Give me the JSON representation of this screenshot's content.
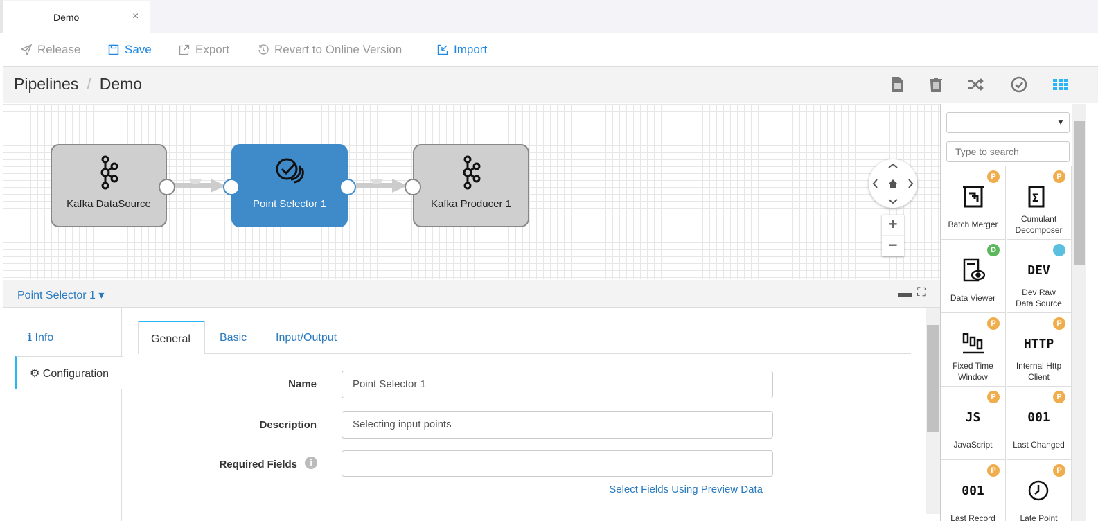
{
  "tab": {
    "title": "Demo",
    "close": "×"
  },
  "toolbar": {
    "release": "Release",
    "save": "Save",
    "export": "Export",
    "revert": "Revert to Online Version",
    "import": "Import"
  },
  "breadcrumb": {
    "root": "Pipelines",
    "separator": "/",
    "current": "Demo"
  },
  "canvas": {
    "nodes": [
      {
        "label": "Kafka DataSource",
        "icon": "kafka-icon"
      },
      {
        "label": "Point Selector 1",
        "icon": "point-selector-icon"
      },
      {
        "label": "Kafka Producer 1",
        "icon": "kafka-icon"
      }
    ]
  },
  "palette": {
    "search_placeholder": "Type to search",
    "items": [
      {
        "label": "Batch Merger",
        "badge": "P",
        "badge_color": "#f0ad4e"
      },
      {
        "label": "Cumulant Decomposer",
        "badge": "P",
        "badge_color": "#f0ad4e"
      },
      {
        "label": "Data Viewer",
        "badge": "D",
        "badge_color": "#5cb85c"
      },
      {
        "label": "Dev Raw Data Source",
        "badge": "",
        "badge_color": "#5bc0de",
        "icon_text": "DEV"
      },
      {
        "label": "Fixed Time Window",
        "badge": "P",
        "badge_color": "#f0ad4e"
      },
      {
        "label": "Internal Http Client",
        "badge": "P",
        "badge_color": "#f0ad4e",
        "icon_text": "HTTP"
      },
      {
        "label": "JavaScript",
        "badge": "P",
        "badge_color": "#f0ad4e",
        "icon_text": "JS"
      },
      {
        "label": "Last Changed",
        "badge": "P",
        "badge_color": "#f0ad4e",
        "icon_text": "001"
      },
      {
        "label": "Last Record",
        "badge": "P",
        "badge_color": "#f0ad4e",
        "icon_text": "001"
      },
      {
        "label": "Late Point",
        "badge": "P",
        "badge_color": "#f0ad4e"
      }
    ]
  },
  "panel": {
    "title": "Point Selector 1 ▾",
    "side_tabs": [
      "Info",
      "Configuration"
    ],
    "tabs": [
      "General",
      "Basic",
      "Input/Output"
    ],
    "fields": {
      "name_label": "Name",
      "name_value": "Point Selector 1",
      "description_label": "Description",
      "description_value": "Selecting input points",
      "required_label": "Required Fields",
      "required_value": ""
    },
    "preview_link": "Select Fields Using Preview Data"
  },
  "colors": {
    "accent": "#1e88e5",
    "selected_node": "#3f8ac9",
    "link": "#2a7abf"
  }
}
